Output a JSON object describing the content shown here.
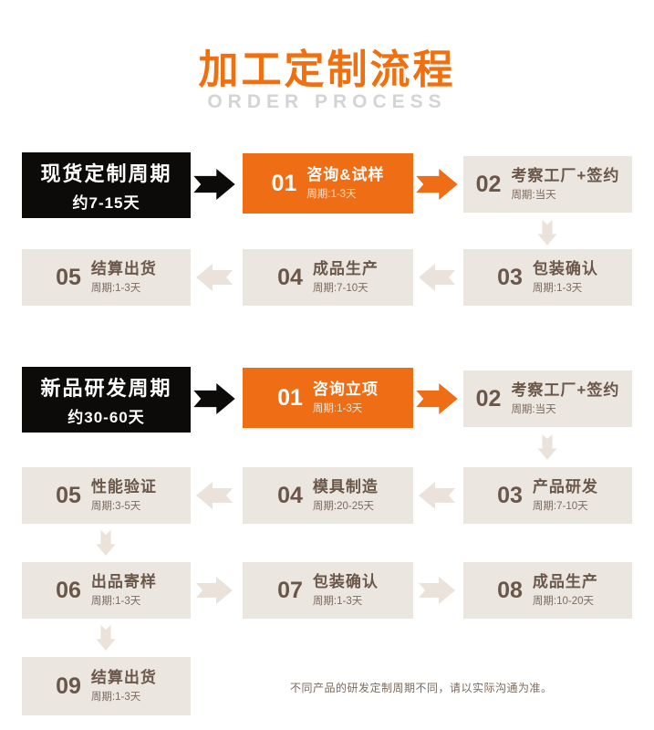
{
  "header": {
    "title": "加工定制流程",
    "subtitle": "ORDER PROCESS"
  },
  "colors": {
    "accent_orange": "#ee6d15",
    "title_orange": "#f0700f",
    "black_box": "#0d0b09",
    "beige_box": "#ece6e0",
    "beige_arrow": "#ebe3db",
    "brown_text": "#6a5749",
    "subtitle_gray": "#d4d4d4"
  },
  "sections": [
    {
      "label": {
        "line1": "现货定制周期",
        "line2": "约7-15天"
      },
      "steps": [
        {
          "num": "01",
          "title": "咨询&试样",
          "period": "周期:1-3天"
        },
        {
          "num": "02",
          "title": "考察工厂+签约",
          "period": "周期:当天"
        },
        {
          "num": "03",
          "title": "包装确认",
          "period": "周期:1-3天"
        },
        {
          "num": "04",
          "title": "成品生产",
          "period": "周期:7-10天"
        },
        {
          "num": "05",
          "title": "结算出货",
          "period": "周期:1-3天"
        }
      ]
    },
    {
      "label": {
        "line1": "新品研发周期",
        "line2": "约30-60天"
      },
      "steps": [
        {
          "num": "01",
          "title": "咨询立项",
          "period": "周期:1-3天"
        },
        {
          "num": "02",
          "title": "考察工厂+签约",
          "period": "周期:当天"
        },
        {
          "num": "03",
          "title": "产品研发",
          "period": "周期:7-10天"
        },
        {
          "num": "04",
          "title": "模具制造",
          "period": "周期:20-25天"
        },
        {
          "num": "05",
          "title": "性能验证",
          "period": "周期:3-5天"
        },
        {
          "num": "06",
          "title": "出品寄样",
          "period": "周期:1-3天"
        },
        {
          "num": "07",
          "title": "包装确认",
          "period": "周期:1-3天"
        },
        {
          "num": "08",
          "title": "成品生产",
          "period": "周期:10-20天"
        },
        {
          "num": "09",
          "title": "结算出货",
          "period": "周期:1-3天"
        }
      ]
    }
  ],
  "footnote": "不同产品的研发定制周期不同，请以实际沟通为准。"
}
